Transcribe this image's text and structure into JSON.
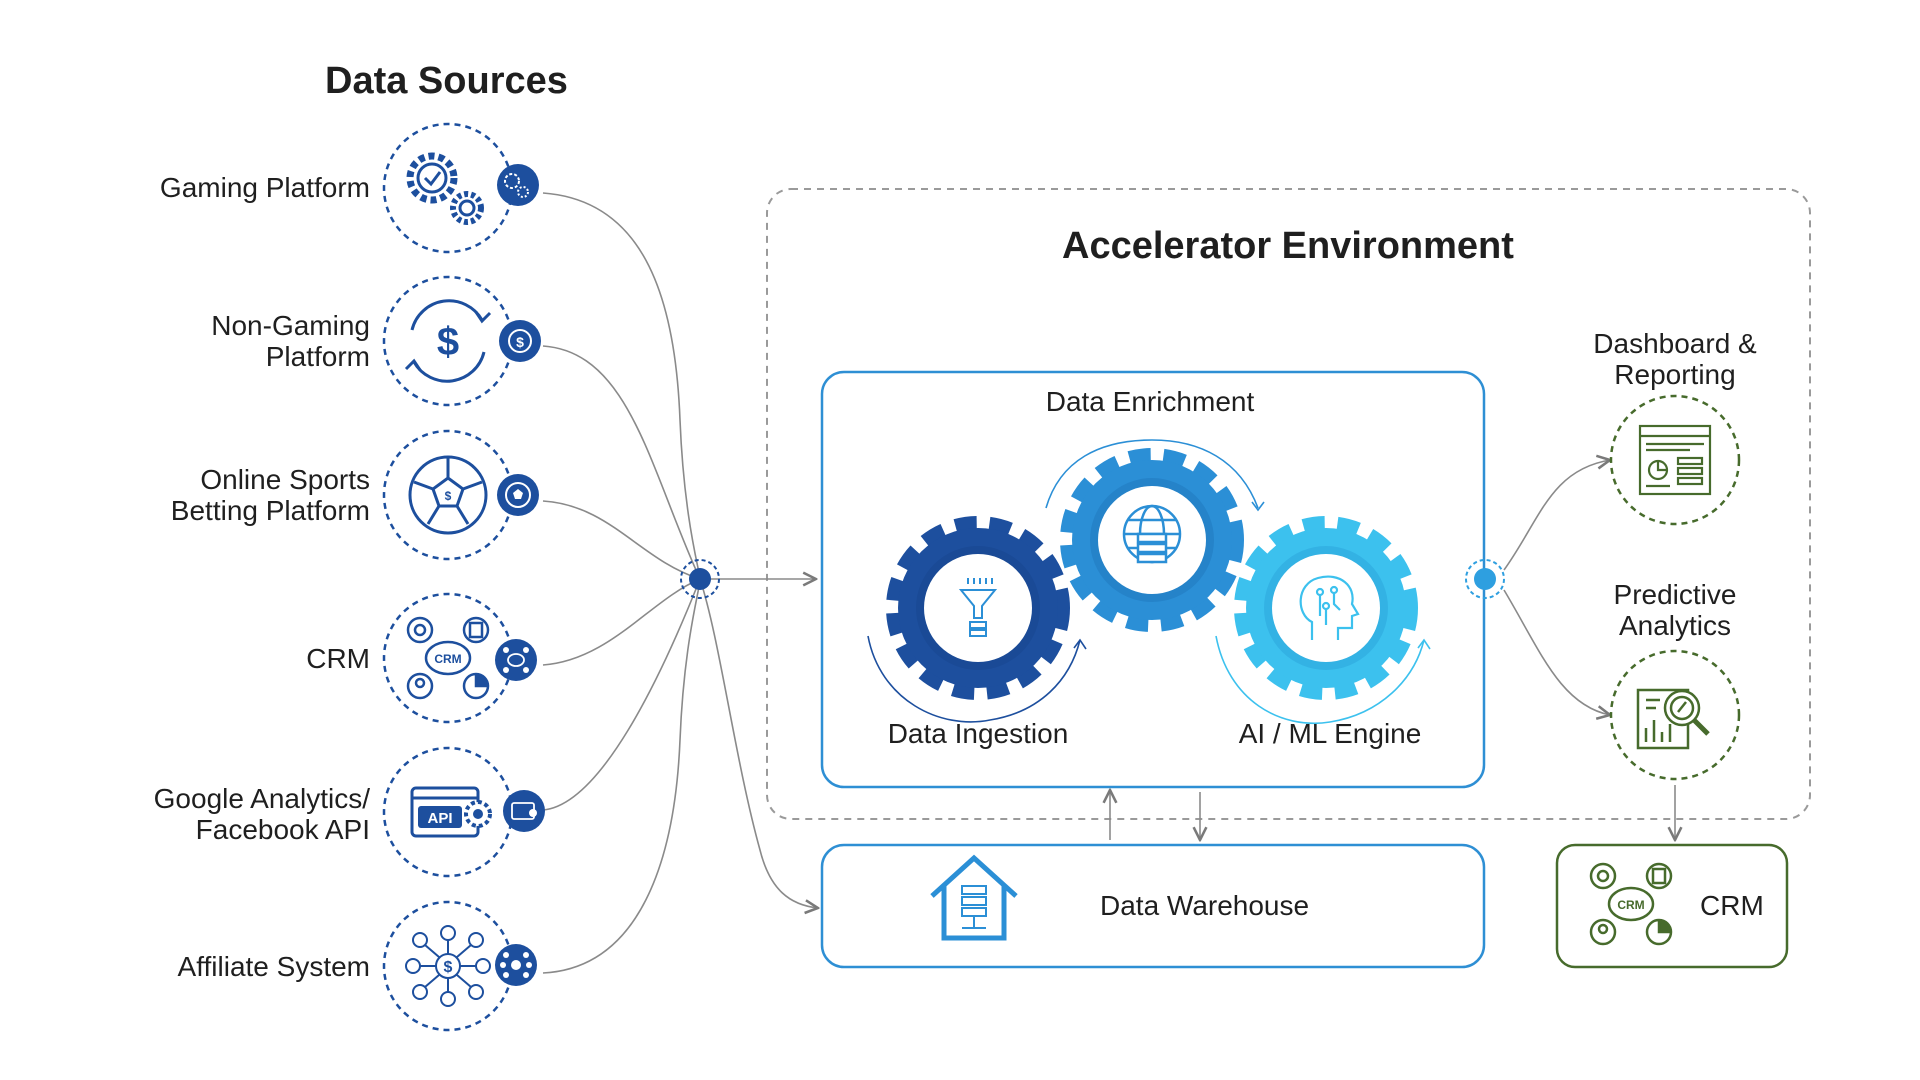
{
  "colors": {
    "navy": "#1d4f9e",
    "mid_blue": "#2b8fd6",
    "light_blue": "#3cc1ee",
    "green": "#476b2c",
    "connector": "#8a8a8a"
  },
  "data_sources": {
    "title": "Data Sources",
    "items": [
      {
        "label": "Gaming Platform",
        "icon": "gears-icon",
        "badge_icon": "gears-badge-icon"
      },
      {
        "label": "Non-Gaming Platform",
        "icon": "dollar-cycle-icon",
        "badge_icon": "dollar-badge-icon"
      },
      {
        "label": "Online Sports Betting Platform",
        "icon": "soccer-ball-icon",
        "badge_icon": "ball-badge-icon"
      },
      {
        "label": "CRM",
        "icon": "crm-hub-icon",
        "badge_icon": "crm-badge-icon",
        "hub_text": "CRM"
      },
      {
        "label": "Google Analytics/ Facebook API",
        "icon": "api-window-icon",
        "badge_icon": "api-badge-icon",
        "api_text": "API"
      },
      {
        "label": "Affiliate System",
        "icon": "affiliate-network-icon",
        "badge_icon": "affiliate-badge-icon"
      }
    ]
  },
  "accelerator": {
    "title": "Accelerator Environment",
    "enrichment": {
      "label": "Data Enrichment",
      "icon": "globe-database-icon"
    },
    "ingestion": {
      "label": "Data Ingestion",
      "icon": "funnel-icon"
    },
    "ai_ml": {
      "label": "AI / ML Engine",
      "icon": "ai-head-icon"
    }
  },
  "warehouse": {
    "label": "Data Warehouse",
    "icon": "warehouse-house-icon"
  },
  "outputs": {
    "dashboard": {
      "label": "Dashboard & Reporting",
      "icon": "dashboard-icon"
    },
    "predictive": {
      "label": "Predictive Analytics",
      "icon": "analytics-magnifier-icon"
    },
    "crm": {
      "label": "CRM",
      "icon": "crm-hub-icon",
      "hub_text": "CRM"
    }
  }
}
